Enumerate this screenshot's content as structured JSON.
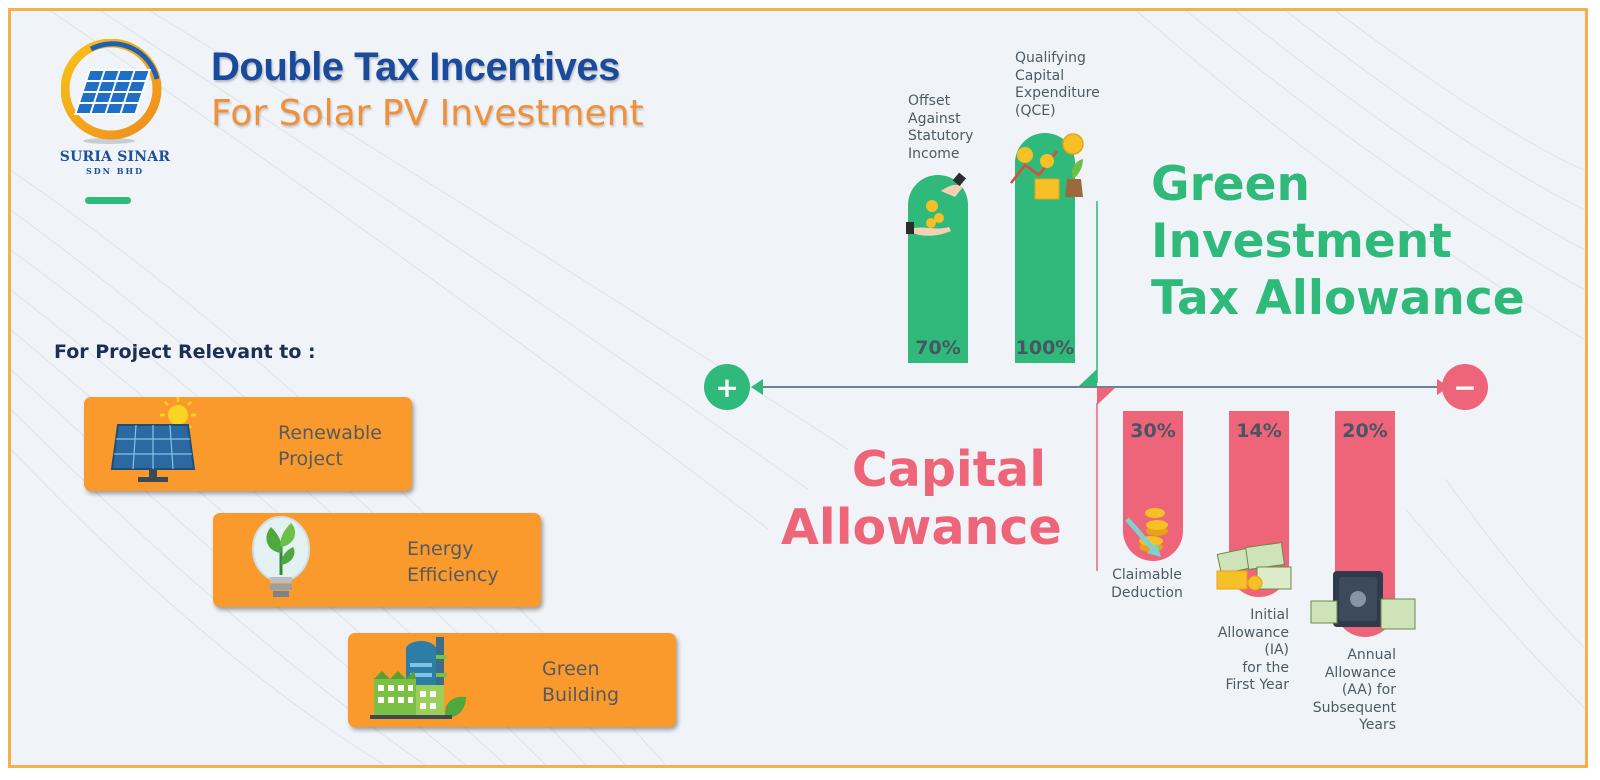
{
  "company": {
    "name": "SURIA SINAR",
    "subname": "SDN BHD"
  },
  "header": {
    "title": "Double Tax Incentives",
    "subtitle": "For Solar PV Investment"
  },
  "projects": {
    "heading": "For Project Relevant to :",
    "items": [
      {
        "line1": "Renewable",
        "line2": "Project",
        "icon": "solar-panel-icon"
      },
      {
        "line1": "Energy",
        "line2": "Efficiency",
        "icon": "lightbulb-plant-icon"
      },
      {
        "line1": "Green",
        "line2": "Building",
        "icon": "green-building-icon"
      }
    ]
  },
  "gita": {
    "title_lines": [
      "Green",
      "Investment",
      "Tax Allowance"
    ],
    "bars": [
      {
        "value": 70,
        "pct": "70%",
        "label_lines": [
          "Offset",
          "Against",
          "Statutory",
          "Income"
        ]
      },
      {
        "value": 100,
        "pct": "100%",
        "label_lines": [
          "Qualifying",
          "Capital",
          "Expenditure",
          "(QCE)"
        ]
      }
    ]
  },
  "capital_allowance": {
    "title_lines": [
      "Capital",
      "Allowance"
    ],
    "bars": [
      {
        "value": 30,
        "pct": "30%",
        "label_lines": [
          "Claimable",
          "Deduction"
        ]
      },
      {
        "value": 14,
        "pct": "14%",
        "label_lines": [
          "Initial",
          "Allowance",
          "(IA)",
          "for the",
          "First Year"
        ]
      },
      {
        "value": 20,
        "pct": "20%",
        "label_lines": [
          "Annual",
          "Allowance",
          "(AA) for",
          "Subsequent",
          "Years"
        ]
      }
    ]
  },
  "axis": {
    "plus_symbol": "+",
    "minus_symbol": "−"
  },
  "colors": {
    "green": "#2fb97a",
    "red": "#ee6478",
    "orange": "#fb9a2c",
    "navy": "#1a4a9c",
    "border": "#f4b04a"
  }
}
